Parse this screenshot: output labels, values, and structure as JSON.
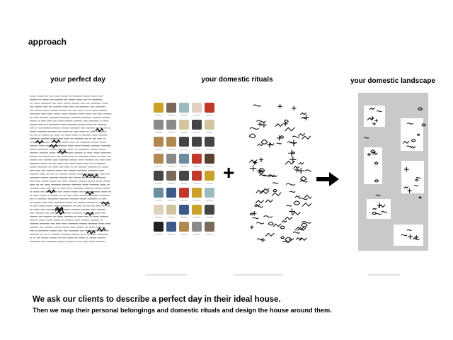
{
  "header": {
    "title": "approach"
  },
  "columns": [
    {
      "title": "your perfect day",
      "content": "narrative-text-with-object-icons"
    },
    {
      "title": "your domestic rituals",
      "content": "object-grid-plus-ritual-icons"
    },
    {
      "title": "your domestic landscape",
      "content": "grey-floorplan-with-white-zones"
    }
  ],
  "operators": {
    "plus": "+",
    "arrow": "arrow-right-icon"
  },
  "colors": {
    "landscape_bg": "#c9c9c9",
    "zone": "#ffffff",
    "text_gray": "#8a8a8a"
  },
  "caption": {
    "main": "We ask our clients to describe a perfect day in their ideal house.",
    "sub": "Then we map their personal belongings and domestic rituals and design the house around them."
  }
}
